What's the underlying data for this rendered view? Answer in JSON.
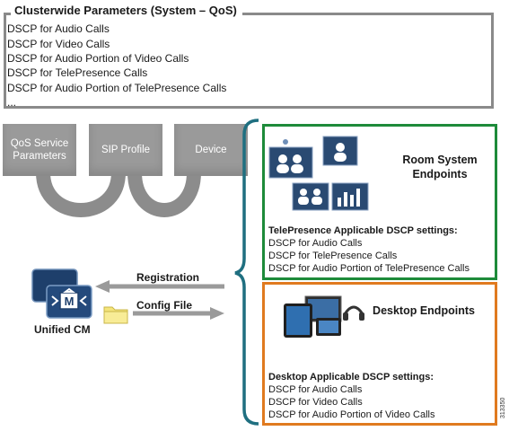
{
  "clusterwide": {
    "title": "Clusterwide Parameters (System – QoS)",
    "items": [
      "DSCP for Audio Calls",
      "DSCP for Video Calls",
      "DSCP for Audio Portion of Video Calls",
      "DSCP for TelePresence Calls",
      "DSCP for Audio Portion of TelePresence Calls",
      "..."
    ]
  },
  "config_blocks": [
    {
      "label": "QoS Service Parameters"
    },
    {
      "label": "SIP Profile"
    },
    {
      "label": "Device"
    }
  ],
  "server": {
    "label": "Unified CM",
    "registration_label": "Registration",
    "config_file_label": "Config File"
  },
  "room_system": {
    "title": "Room System Endpoints",
    "settings_title": "TelePresence Applicable DSCP settings:",
    "items": [
      "DSCP for Audio Calls",
      "DSCP for TelePresence Calls",
      "DSCP for Audio Portion of TelePresence Calls"
    ]
  },
  "desktop": {
    "title": "Desktop Endpoints",
    "settings_title": "Desktop Applicable DSCP settings:",
    "items": [
      "DSCP for Audio Calls",
      "DSCP for Video Calls",
      "DSCP for Audio Portion of Video Calls"
    ]
  },
  "figure_id": "313350",
  "colors": {
    "room_border": "#1e8b3a",
    "desktop_border": "#e07a1f",
    "brace": "#1f6f80",
    "block_gray": "#9a9a9a"
  }
}
